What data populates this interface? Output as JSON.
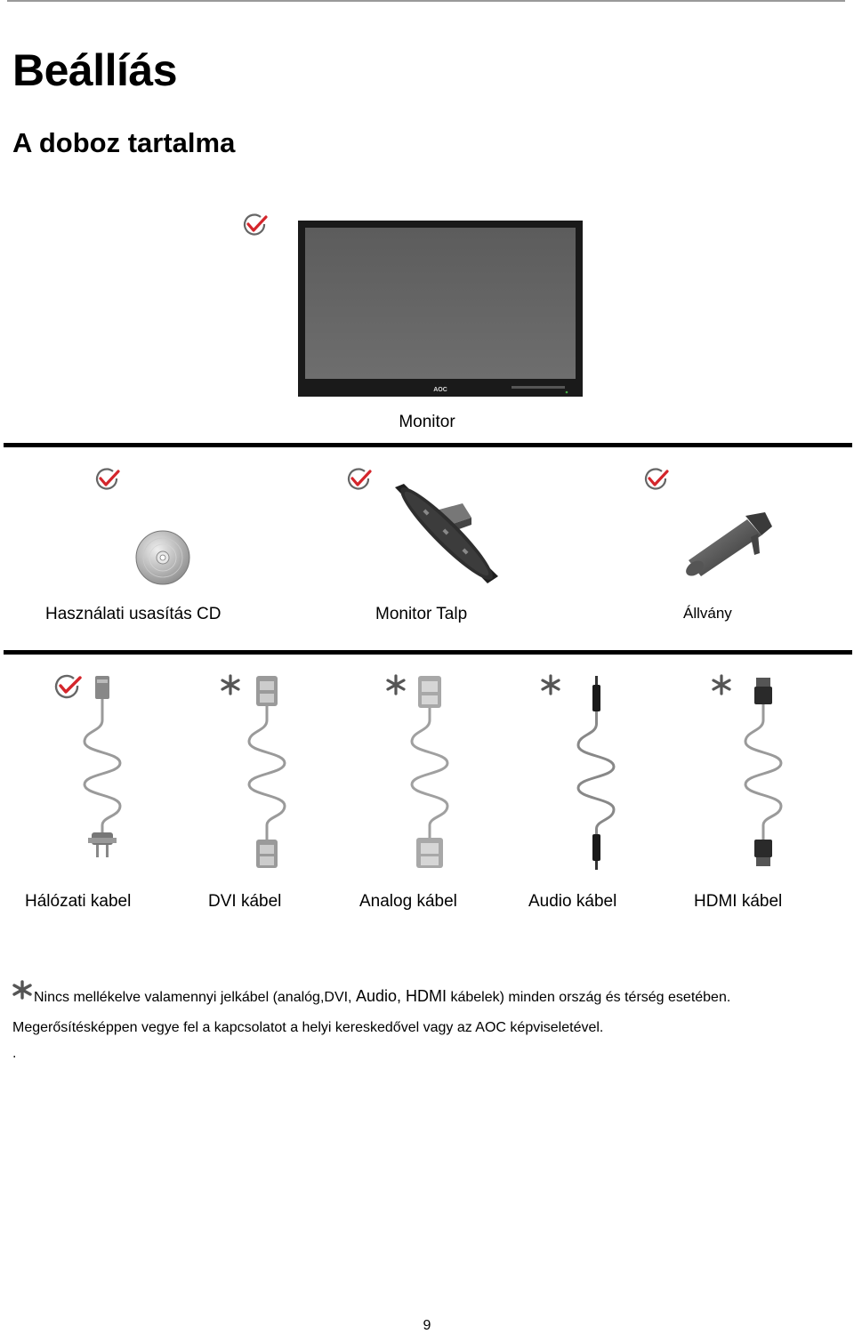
{
  "page": {
    "title": "Beállíás",
    "subtitle": "A doboz tartalma",
    "page_number": "9"
  },
  "items": {
    "monitor": "Monitor",
    "cd": "Használati usasítás CD",
    "monitor_base": "Monitor Talp",
    "stand": "Állvány"
  },
  "cables": {
    "power": "Hálózati kabel",
    "dvi": "DVI kábel",
    "analog": "Analog kábel",
    "audio": "Audio kábel",
    "hdmi": "HDMI kábel"
  },
  "monitor_logo": "AOC",
  "note": {
    "line1_start": "Nincs mellékelve valamennyi jelkábel (analóg,DVI, ",
    "line1_mid": "Audio, HDMI",
    "line1_end": " kábelek) minden ország és térség esetében.",
    "line2": "Megerősítésképpen vegye fel a kapcsolatot a helyi kereskedővel vagy az AOC képviseletével.",
    "line3": "."
  },
  "icons": {
    "included": "check-circle-icon",
    "optional": "asterisk-icon"
  },
  "colors": {
    "check": "#d4252b",
    "icon_gray": "#666666",
    "divider": "#000000"
  }
}
